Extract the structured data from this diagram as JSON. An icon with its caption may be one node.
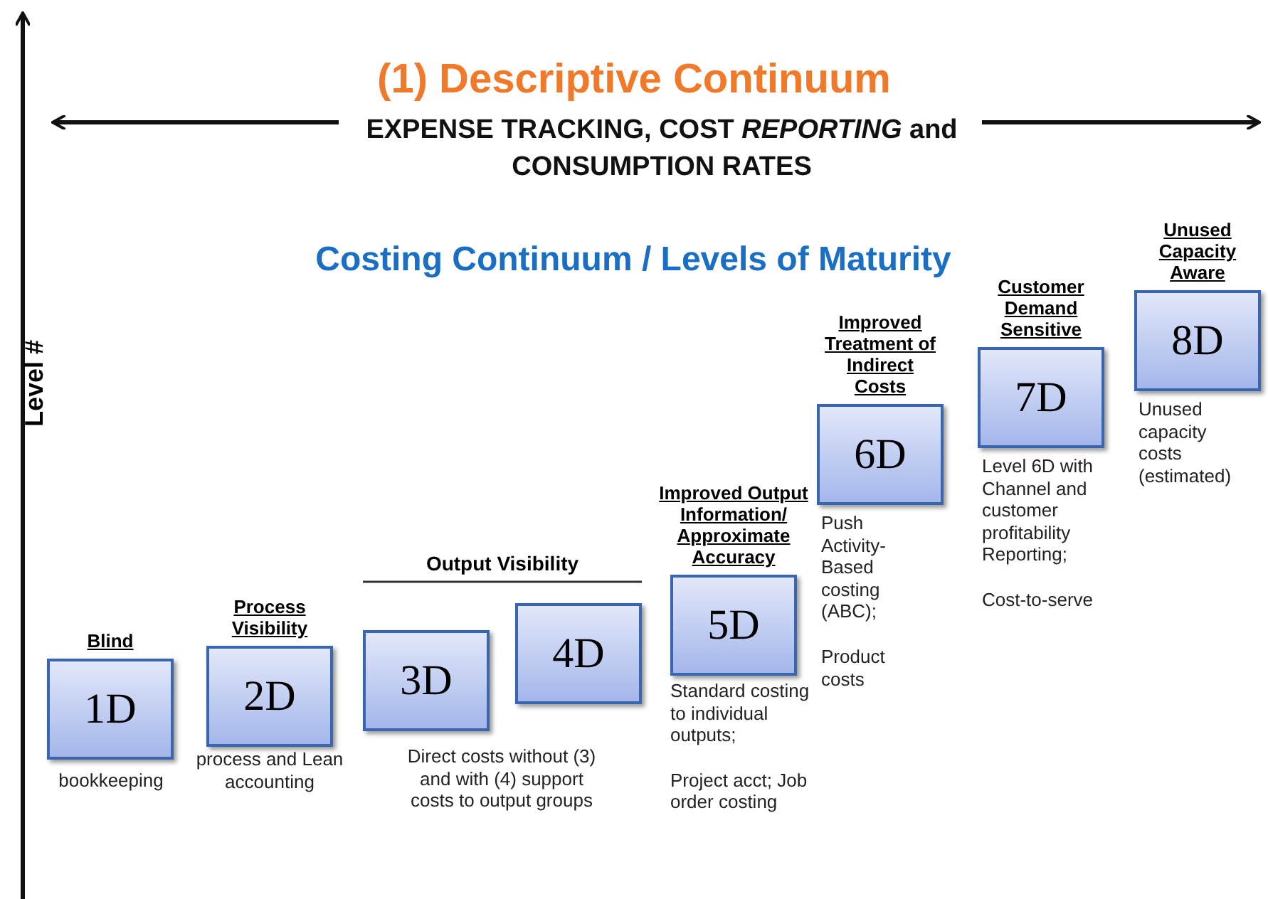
{
  "diagram": {
    "title": "(1) Descriptive Continuum",
    "nodes": [
      {
        "text": [
          "Blind",
          "1D"
        ],
        "beside": [
          "bookkeeping"
        ]
      },
      {
        "text": [
          "Process Visibility",
          "2D"
        ],
        "beside": [
          "process and Lean accounting"
        ]
      },
      {
        "text": [
          "3D"
        ]
      },
      {
        "text": [
          "4D"
        ]
      },
      {
        "text": [
          "Improved Output Information/ Approximate Accuracy",
          "5D"
        ],
        "beside": [
          "Standard costing to individual outputs;",
          "Project acct; Job order costing"
        ]
      },
      {
        "text": [
          "Improved Treatment of Indirect Costs",
          "6D"
        ],
        "beside": [
          "Push Activity-Based costing (ABC);",
          "Product costs"
        ]
      },
      {
        "text": [
          "Customer Demand Sensitive",
          "7D"
        ],
        "beside": [
          "Level 6D with Channel and customer profitability Reporting;",
          "Cost-to-serve"
        ]
      },
      {
        "text": [
          "Unused Capacity Aware",
          "8D"
        ],
        "beside": [
          "Unused capacity costs (estimated)"
        ]
      }
    ],
    "edges": [],
    "labels": [
      "EXPENSE TRACKING, COST *REPORTING* and CONSUMPTION RATES",
      "Costing Continuum / Levels of Maturity",
      "Level #",
      "Output Visibility",
      "Direct costs without (3) and with (4) support costs to output groups"
    ]
  }
}
